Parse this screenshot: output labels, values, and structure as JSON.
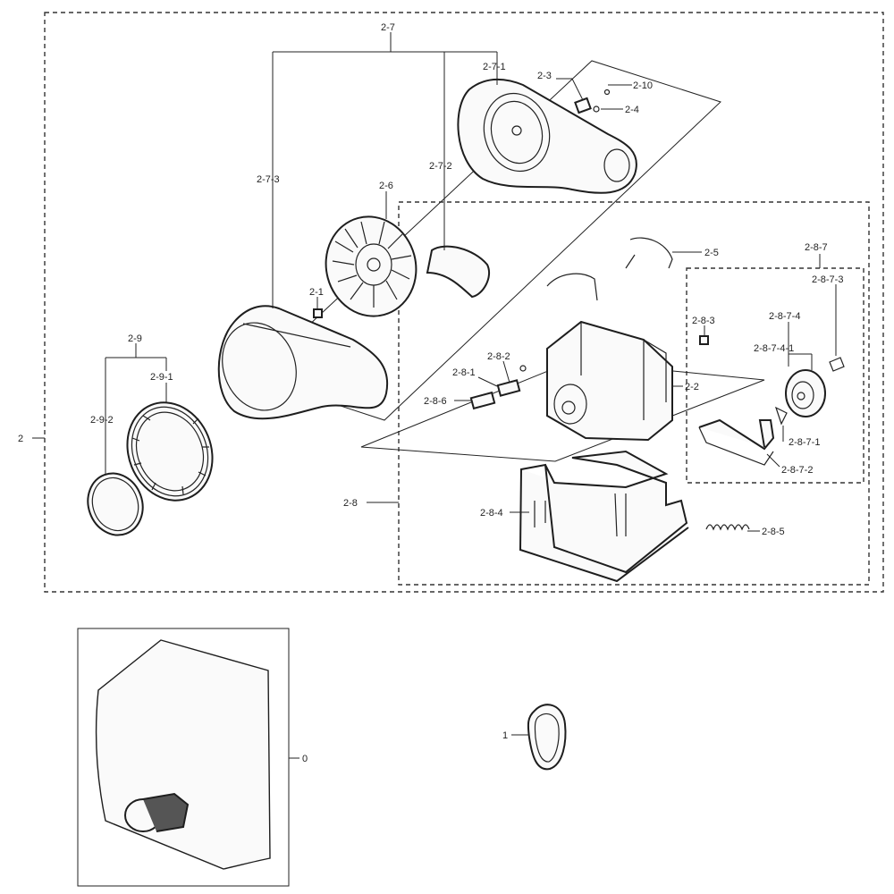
{
  "diagram": {
    "callouts": {
      "p0": "0",
      "p1": "1",
      "p2": "2",
      "p2_1": "2-1",
      "p2_2": "2-2",
      "p2_3": "2-3",
      "p2_4": "2-4",
      "p2_5": "2-5",
      "p2_6": "2-6",
      "p2_7": "2-7",
      "p2_7_1": "2-7-1",
      "p2_7_2": "2-7-2",
      "p2_7_3": "2-7-3",
      "p2_8": "2-8",
      "p2_8_1": "2-8-1",
      "p2_8_2": "2-8-2",
      "p2_8_3": "2-8-3",
      "p2_8_4": "2-8-4",
      "p2_8_5": "2-8-5",
      "p2_8_6": "2-8-6",
      "p2_8_7": "2-8-7",
      "p2_8_7_1": "2-8-7-1",
      "p2_8_7_2": "2-8-7-2",
      "p2_8_7_3": "2-8-7-3",
      "p2_8_7_4": "2-8-7-4",
      "p2_8_7_4_1": "2-8-7-4-1",
      "p2_9": "2-9",
      "p2_9_1": "2-9-1",
      "p2_9_2": "2-9-2",
      "p2_10": "2-10"
    }
  }
}
